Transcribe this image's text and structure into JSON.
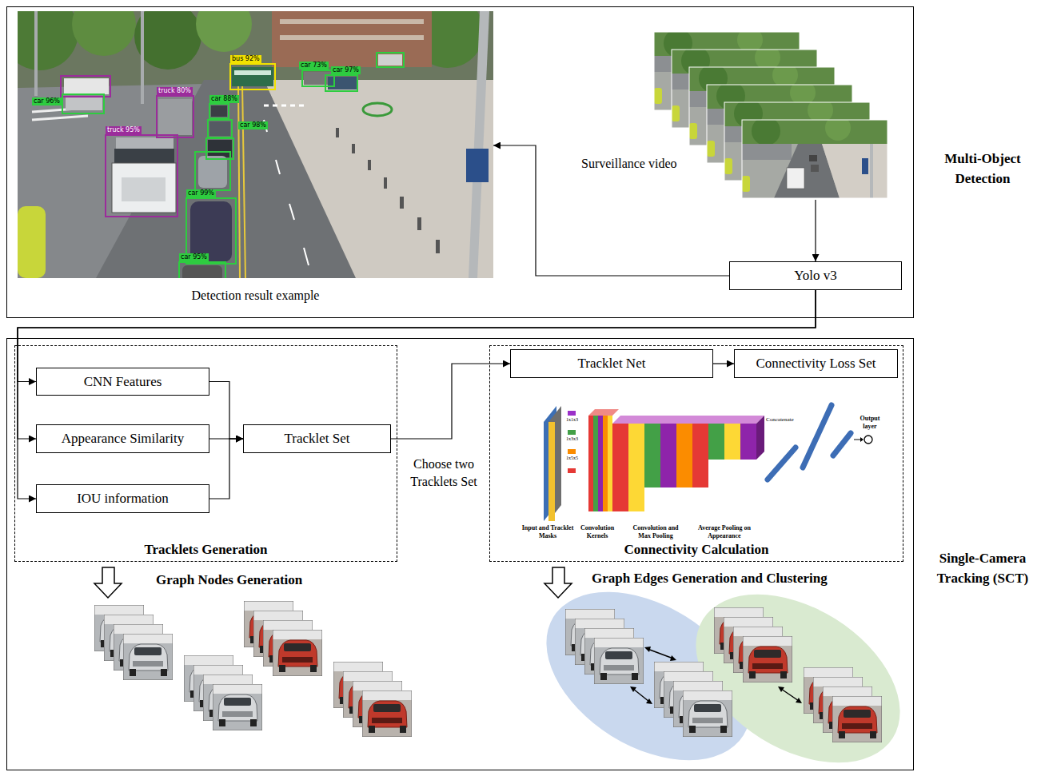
{
  "diagram": {
    "nodes": [
      {
        "text": [
          "Multi-Object Detection"
        ]
      },
      {
        "text": [
          "Detection result example"
        ],
        "in": 0
      },
      {
        "text": [
          "Surveillance video"
        ],
        "in": 0
      },
      {
        "text": [
          "Yolo v3"
        ],
        "in": 0
      },
      {
        "text": [
          "Single-Camera Tracking (SCT)"
        ]
      },
      {
        "text": [
          "Tracklets Generation"
        ],
        "in": 4
      },
      {
        "text": [
          "CNN Features"
        ],
        "in": 5
      },
      {
        "text": [
          "Appearance Similarity"
        ],
        "in": 5
      },
      {
        "text": [
          "IOU information"
        ],
        "in": 5
      },
      {
        "text": [
          "Tracklet Set"
        ],
        "in": 5
      },
      {
        "text": [
          "Connectivity Calculation"
        ],
        "in": 4
      },
      {
        "text": [
          "Tracklet Net"
        ],
        "in": 10
      },
      {
        "text": [
          "Connectivity Loss Set"
        ],
        "in": 10
      }
    ],
    "edges": [
      {
        "from": 2,
        "to": 3,
        "arrow": "to"
      },
      {
        "from": 3,
        "to": 1,
        "arrow": "to"
      },
      {
        "from": 3,
        "to": 6,
        "arrow": "to"
      },
      {
        "from": 3,
        "to": 7,
        "arrow": "to"
      },
      {
        "from": 3,
        "to": 8,
        "arrow": "to"
      },
      {
        "from": 6,
        "to": 9,
        "arrow": "to"
      },
      {
        "from": 7,
        "to": 9,
        "arrow": "to"
      },
      {
        "from": 8,
        "to": 9,
        "arrow": "to"
      },
      {
        "from": 9,
        "to": 11,
        "label": "Choose two Tracklets Set",
        "arrow": "to"
      },
      {
        "from": 11,
        "to": 12,
        "arrow": "to"
      }
    ],
    "labels": [
      "Graph Nodes Generation",
      "Graph Edges Generation and Clustering",
      "Input and Tracklet Masks",
      "Convolution Kernels",
      "Convolution and Max Pooling",
      "Average Pooling on Appearance",
      "Concatenate",
      "Output layer",
      "1x1x3",
      "1x3x3",
      "1x5x5",
      "bus 92%",
      "truck 80%",
      "truck 95%",
      "car 96%",
      "car 99%",
      "car 98%",
      "car 95%",
      "car 88%",
      "car 97%",
      "car 73%"
    ]
  }
}
